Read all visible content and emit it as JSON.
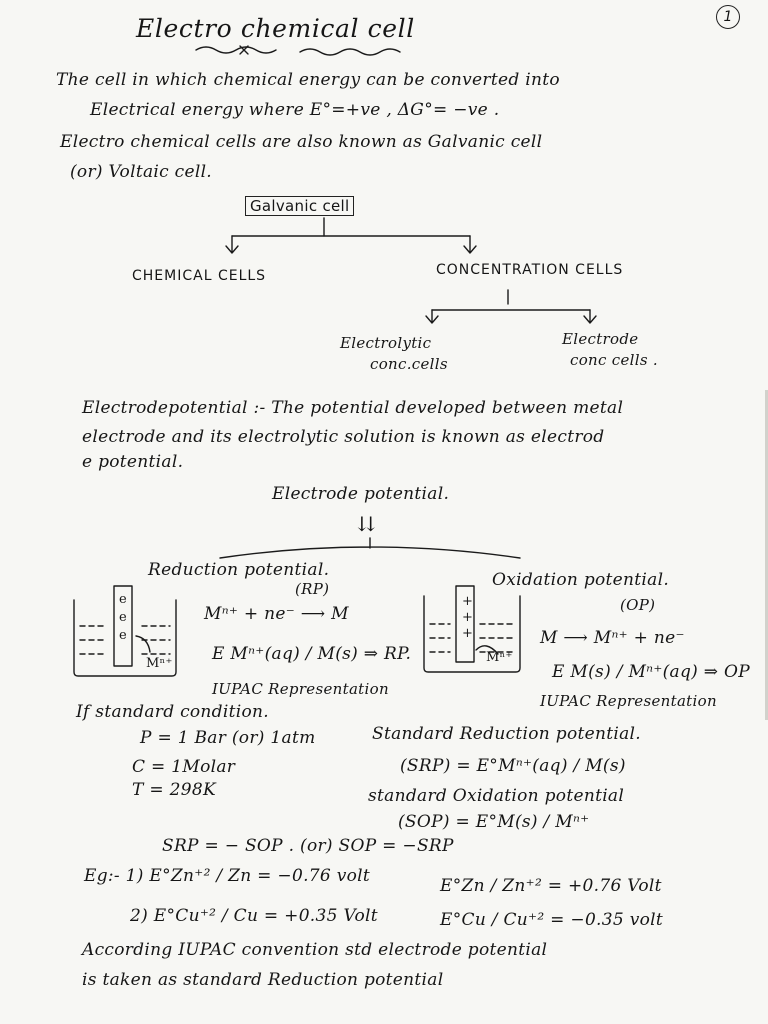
{
  "page_number": "1",
  "title": "Electro chemical cell",
  "intro": {
    "line1": "The cell in which   chemical energy   can be converted into",
    "line2": "Electrical energy   where  E°=+ve ,  ΔG°= −ve .",
    "line3": "Electro chemical cells  are also known as   Galvanic cell",
    "line4": "(or)  Voltaic cell."
  },
  "tree": {
    "root": "Galvanic cell",
    "left": "CHEMICAL CELLS",
    "right": "CONCENTRATION CELLS",
    "sub_left_1": "Electrolytic",
    "sub_left_2": "conc.cells",
    "sub_right_1": "Electrode",
    "sub_right_2": "conc cells ."
  },
  "electrode_potential": {
    "def1": "Electrodepotential :-  The  potential  developed  between  metal",
    "def2": "electrode   and  its  electrolytic  solution   is known as  electrod",
    "def3": "e potential.",
    "heading": "Electrode potential.",
    "arrow": "⇊"
  },
  "reduction": {
    "title": "Reduction potential.",
    "abbr": "(RP)",
    "reaction": "Mⁿ⁺ + ne⁻ ⟶ M",
    "notation": "E Mⁿ⁺(aq) / M(s)  ⇒  RP.",
    "iupac": "IUPAC Representation",
    "beaker_labels": [
      "e",
      "e",
      "e",
      "Mⁿ⁺"
    ]
  },
  "oxidation": {
    "title": "Oxidation potential.",
    "abbr": "(OP)",
    "reaction": "M ⟶ Mⁿ⁺ + ne⁻",
    "notation": "E M(s) / Mⁿ⁺(aq)  ⇒  OP",
    "iupac": "IUPAC Representation",
    "beaker_labels": [
      "+",
      "+",
      "+",
      "Mⁿ⁺"
    ]
  },
  "standard": {
    "heading": "If standard condition.",
    "p": "P = 1 Bar (or) 1atm",
    "c": "C = 1Molar",
    "t": "T = 298K",
    "srp_label": "Standard  Reduction  potential.",
    "srp_eq": "(SRP)   =  E°Mⁿ⁺(aq) / M(s)",
    "sop_label": "standard    Oxidation    potential",
    "sop_eq": "(SOP)  =  E°M(s) / Mⁿ⁺"
  },
  "relation": "SRP = − SOP .     (or)    SOP = −SRP",
  "examples": {
    "eg1_left": "Eg:- 1)  E°Zn⁺² / Zn   = −0.76 volt",
    "eg1_right": "E°Zn / Zn⁺² = +0.76 Volt",
    "eg2_left": "2)  E°Cu⁺² / Cu = +0.35 Volt",
    "eg2_right": "E°Cu / Cu⁺² = −0.35 volt"
  },
  "conclusion": {
    "line1": "According   IUPAC convention   std electrode potential",
    "line2": "is taken as  standard  Reduction  potential"
  }
}
